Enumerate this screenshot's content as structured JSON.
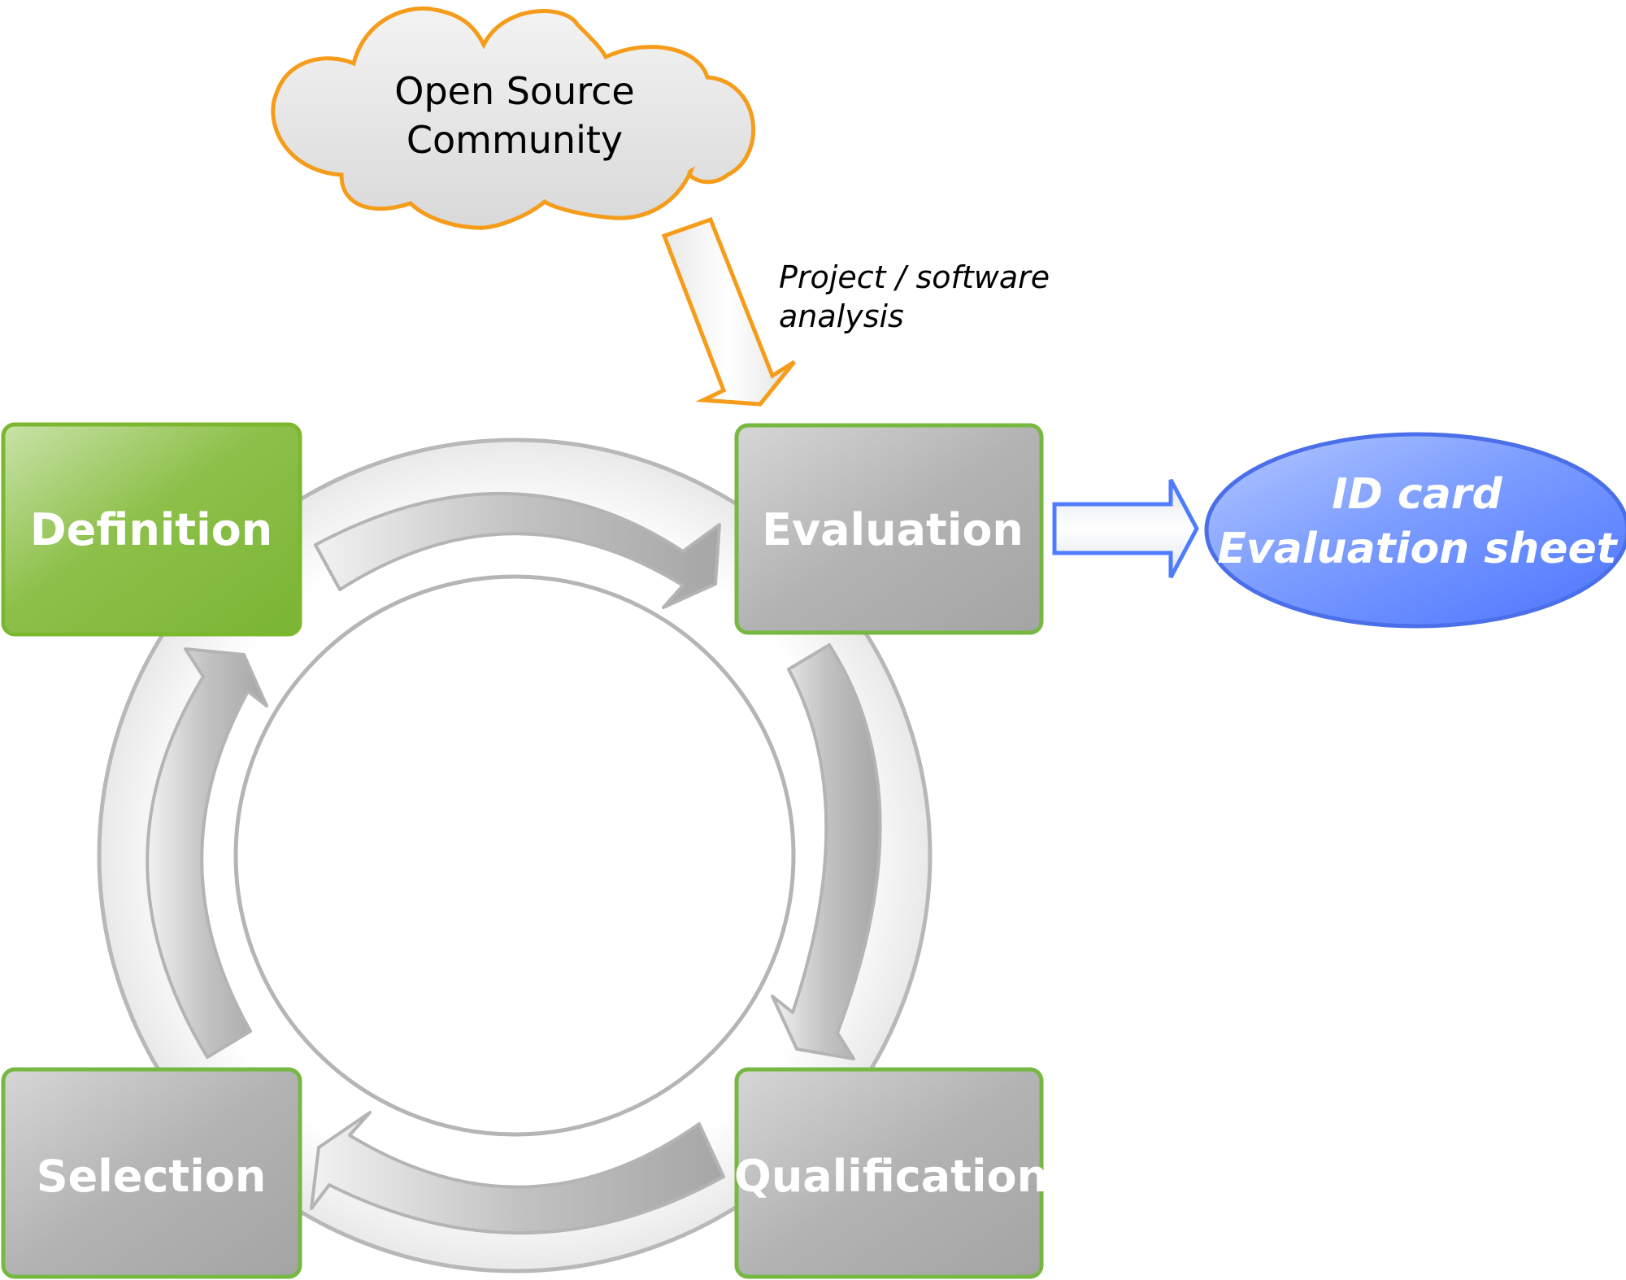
{
  "cloud": {
    "line1": "Open Source",
    "line2": "Community"
  },
  "note": {
    "line1": "Project / software",
    "line2": "analysis"
  },
  "boxes": {
    "definition": "Definition",
    "evaluation": "Evaluation",
    "qualification": "Qualification",
    "selection": "Selection"
  },
  "output": {
    "line1": "ID card",
    "line2": "Evaluation sheet"
  },
  "colors": {
    "green": "#7cb82f",
    "green_border": "#77b843",
    "gray_box": "#a8a8a8",
    "orange": "#f5a01a",
    "blue": "#4f7cff",
    "ring": "#b8b8b8"
  }
}
